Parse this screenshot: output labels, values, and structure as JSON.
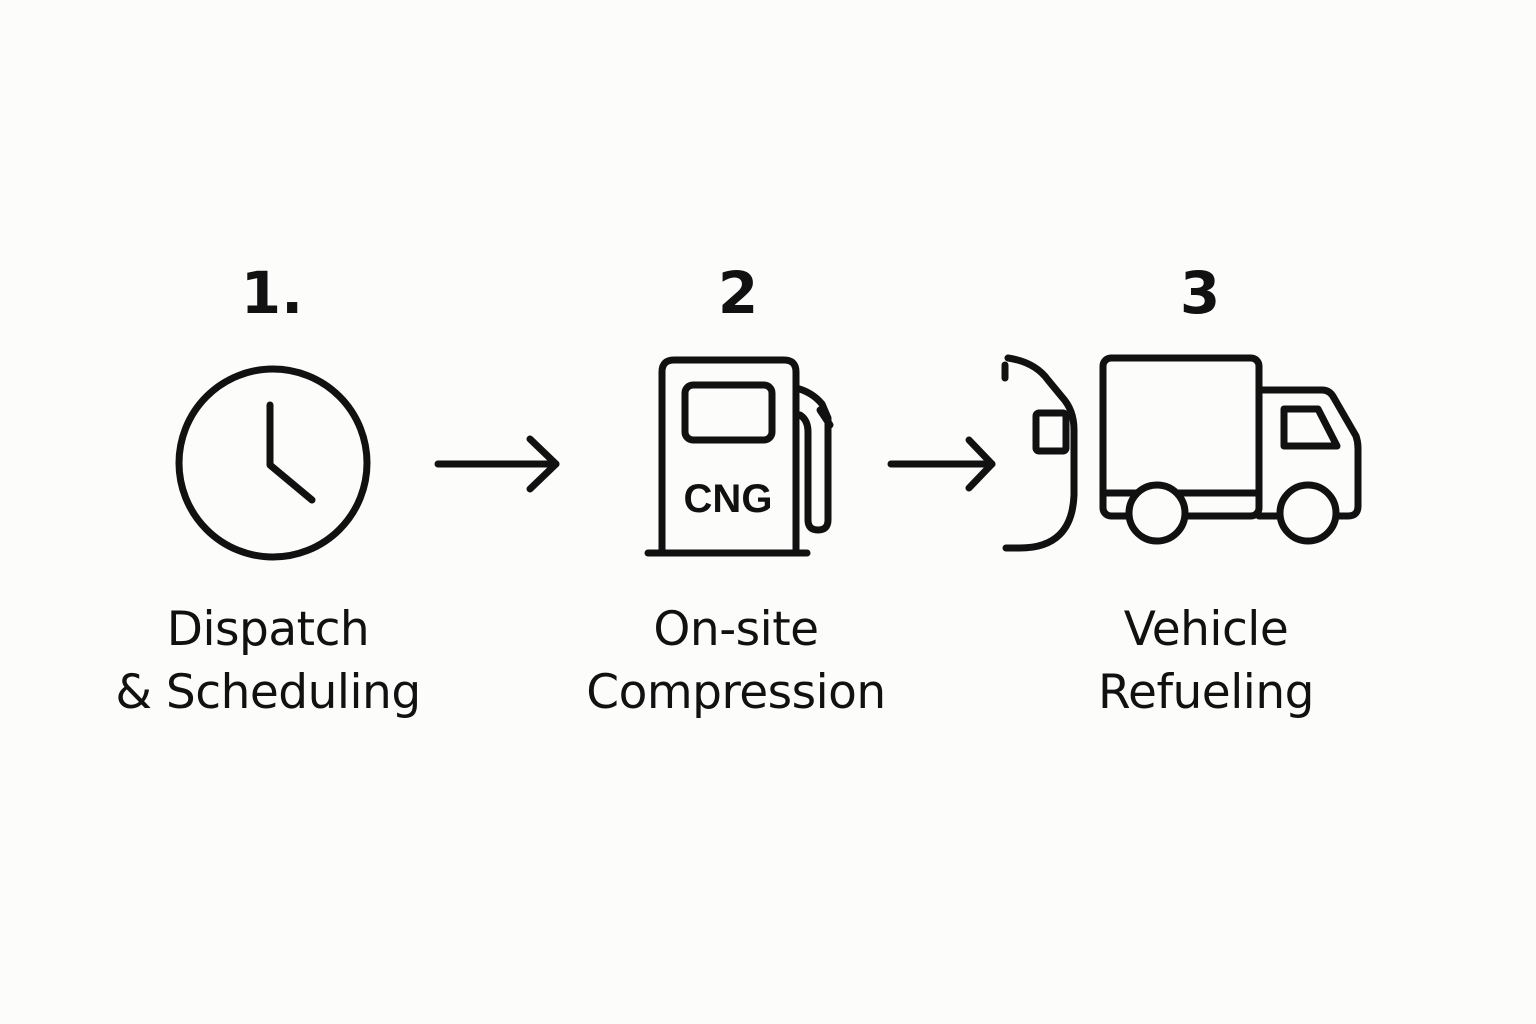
{
  "diagram": {
    "steps": [
      {
        "number": "1.",
        "label_line1": "Dispatch",
        "label_line2": "& Scheduling",
        "icon": "clock-icon"
      },
      {
        "number": "2",
        "label_line1": "On-site",
        "label_line2": "Compression",
        "icon": "fuel-pump-icon",
        "icon_text": "CNG"
      },
      {
        "number": "3",
        "label_line1": "Vehicle",
        "label_line2": "Refueling",
        "icon": "truck-icon"
      }
    ],
    "connectors": [
      "arrow-right-icon",
      "arrow-right-icon"
    ],
    "colors": {
      "background": "#fcfcfa",
      "ink": "#111111"
    }
  }
}
